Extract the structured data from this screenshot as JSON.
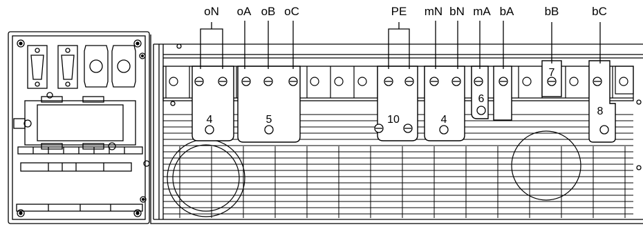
{
  "terminal_labels": {
    "oN": "oN",
    "oA": "oA",
    "oB": "oB",
    "oC": "oC",
    "PE": "PE",
    "mN": "mN",
    "bN": "bN",
    "mA": "mA",
    "bA": "bA",
    "bB": "bB",
    "bC": "bC"
  },
  "group_numbers": {
    "g1": "4",
    "g2": "5",
    "g3": "10",
    "g4": "4",
    "g5": "6",
    "g6": "7",
    "g7": "8"
  }
}
